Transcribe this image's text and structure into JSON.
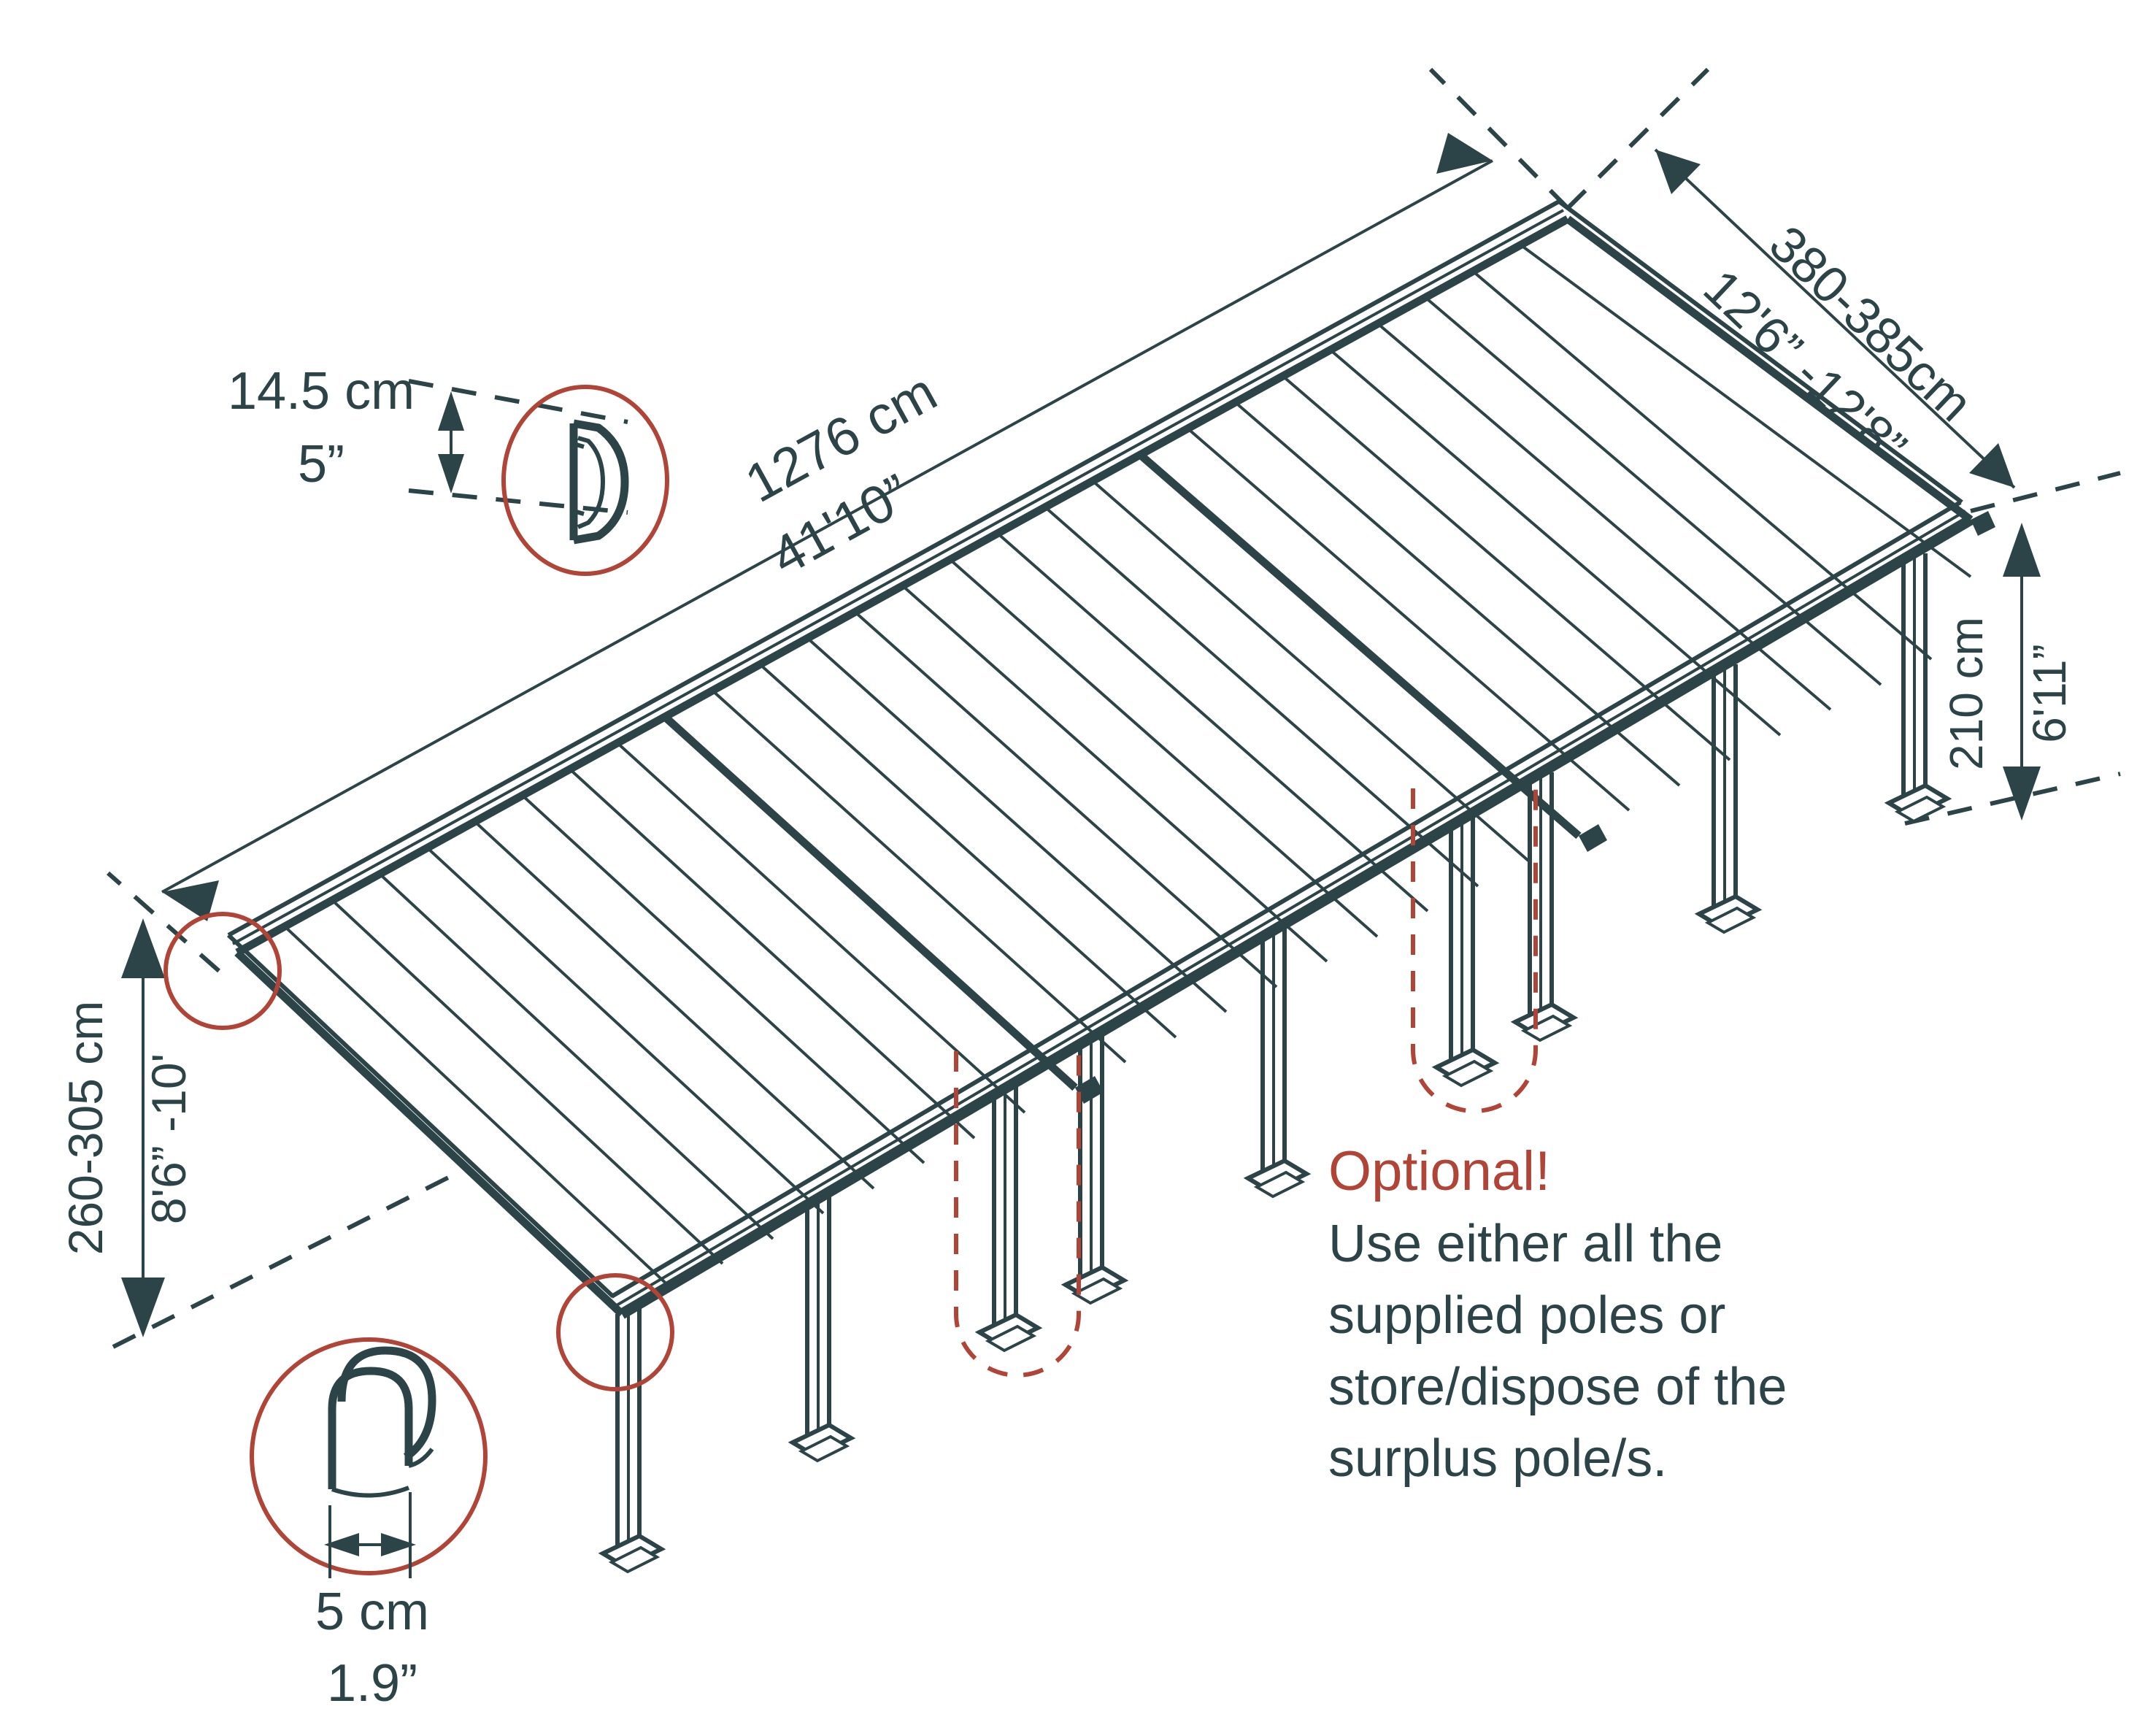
{
  "diagram": {
    "title": "Patio cover isometric dimension drawing",
    "colors": {
      "ink": "#2c4448",
      "accent_red": "#b04437",
      "background": "#ffffff"
    }
  },
  "dimensions": {
    "length": {
      "metric": "1276 cm",
      "imperial": "41'10”"
    },
    "depth": {
      "metric": "380-385cm",
      "imperial": "12'6” -12'8”"
    },
    "front_height": {
      "metric": "210 cm",
      "imperial": "6'11”"
    },
    "wall_height": {
      "metric": "260-305 cm",
      "imperial": "8'6” -10'"
    },
    "gutter_profile": {
      "metric": "14.5 cm",
      "imperial": "5”"
    },
    "post_profile": {
      "metric": "5 cm",
      "imperial": "1.9”"
    }
  },
  "callouts": {
    "gutter_detail_name": "gutter-profile-detail",
    "post_detail_name": "post-profile-detail",
    "wall_bracket_detail_name": "wall-bracket-detail",
    "corner_joint_detail_name": "corner-joint-detail"
  },
  "notes": {
    "optional_heading": "Optional!",
    "optional_lines": [
      "Use either all the",
      "supplied poles or",
      "store/dispose of the",
      "surplus pole/s."
    ]
  }
}
